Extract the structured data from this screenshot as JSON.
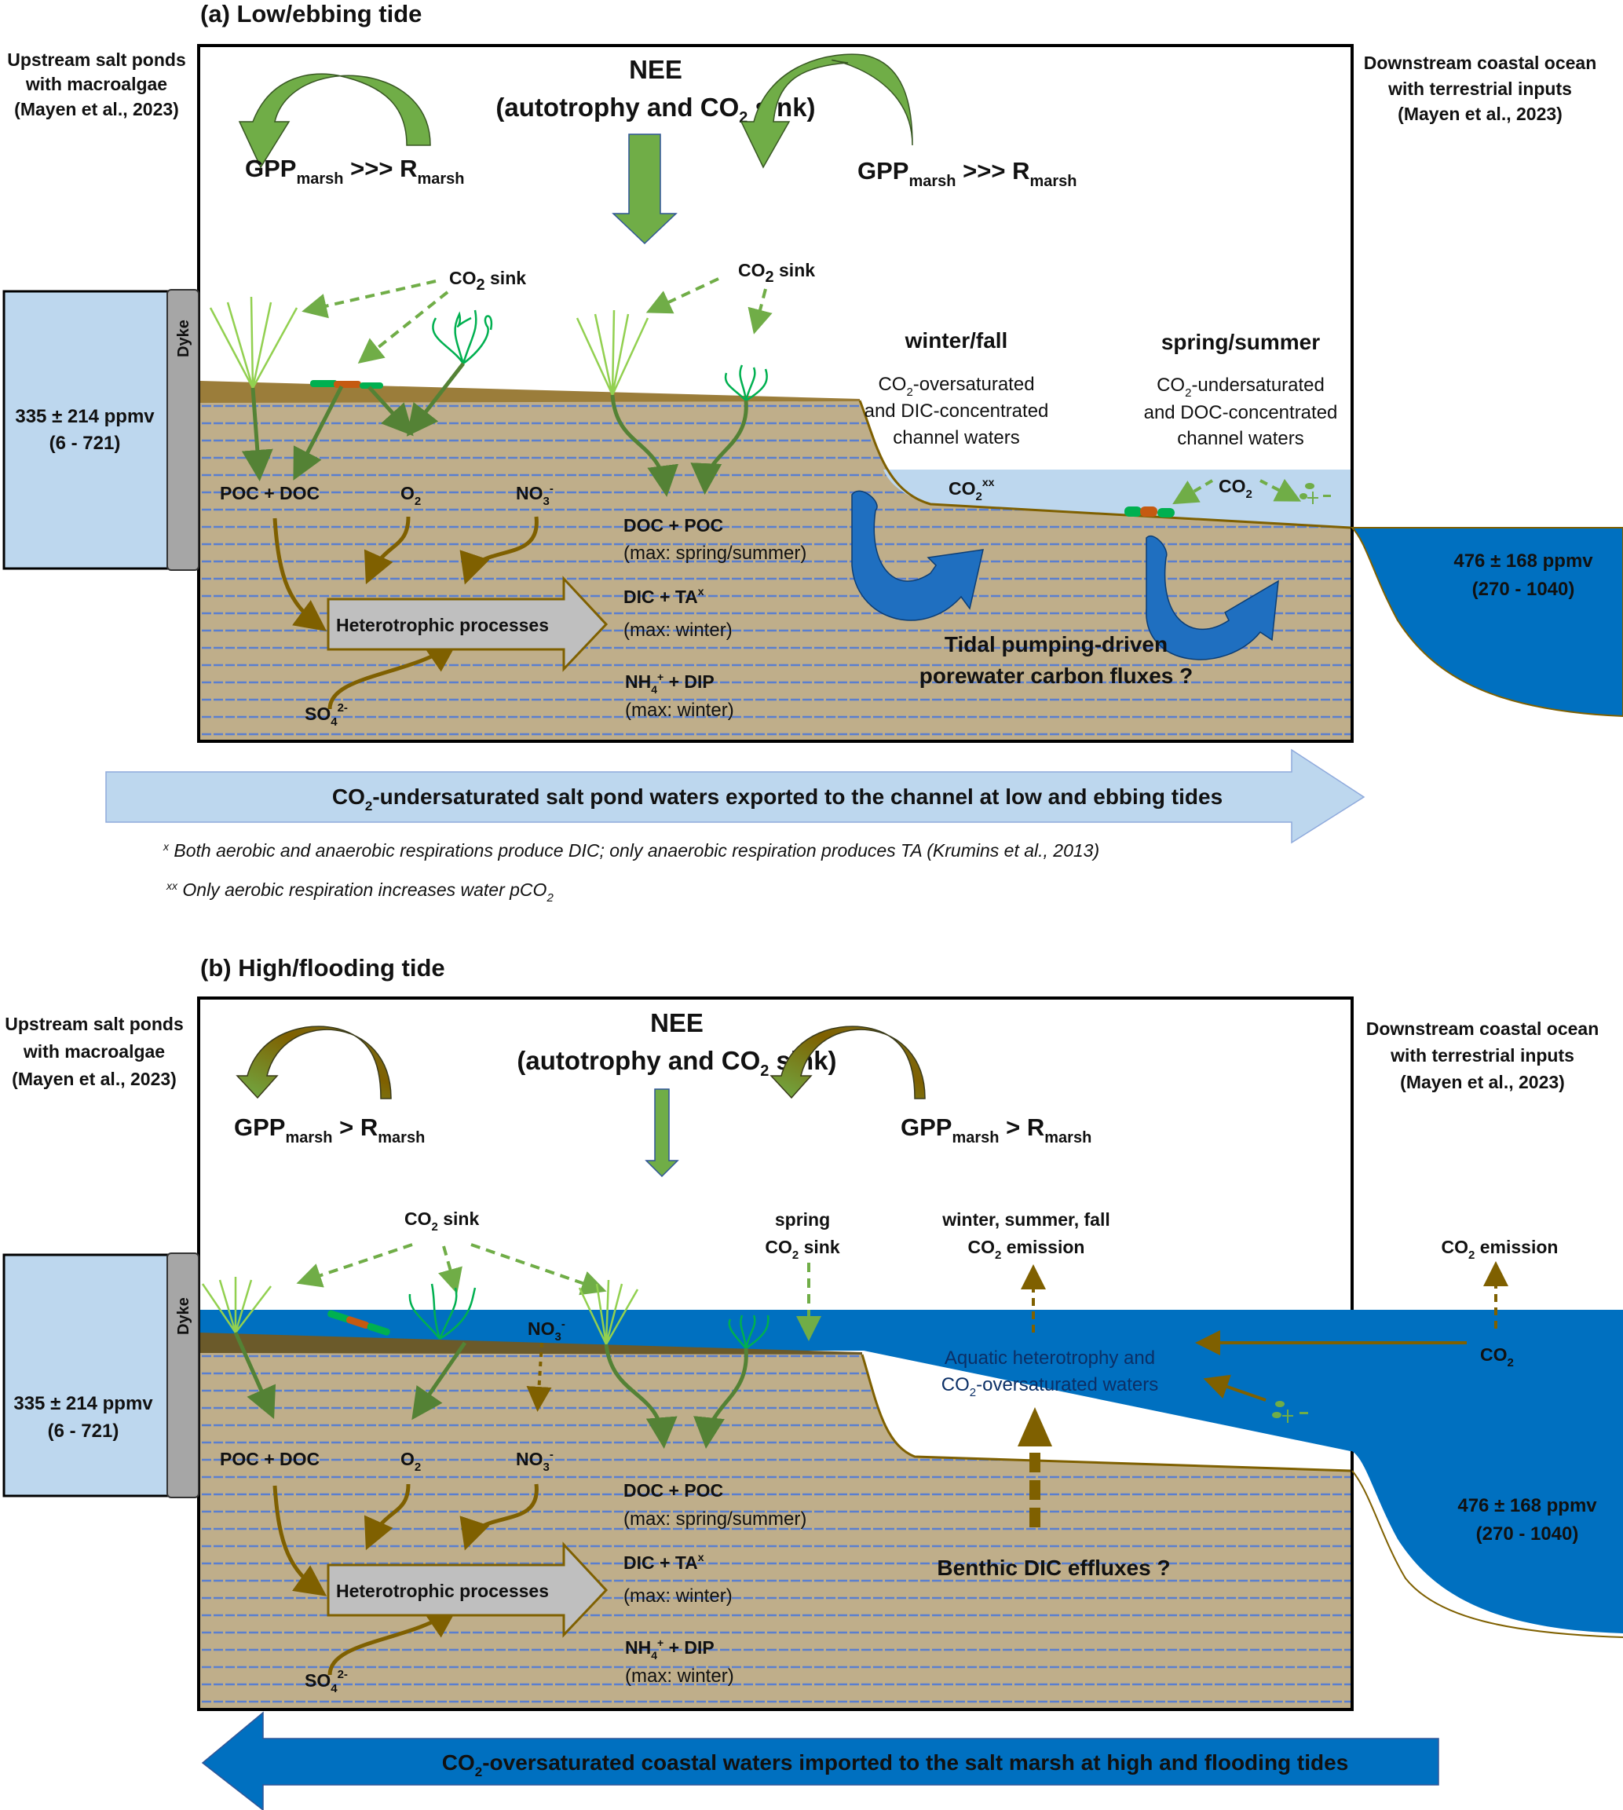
{
  "figure": {
    "panel_a": {
      "title": "(a) Low/ebbing tide",
      "upstream_label": [
        "Upstream salt ponds",
        "with macroalgae",
        "(Mayen et al., 2023)"
      ],
      "downstream_label": [
        "Downstream coastal ocean",
        "with terrestrial inputs",
        "(Mayen et al., 2023)"
      ],
      "nee_title": "NEE",
      "nee_sub_pre": "(autotrophy and CO",
      "nee_sub_post": " sink)",
      "gpp_relation": ">>>",
      "gpp": "GPP",
      "gpp_sub": "marsh",
      "r": "R",
      "r_sub": "marsh",
      "co2_sink_label": "sink",
      "co2": "CO",
      "two": "2",
      "dyke": "Dyke",
      "upstream_ppm": "335 ± 214 ppmv",
      "upstream_range": "(6 - 721)",
      "downstream_ppm": "476 ± 168 ppmv",
      "downstream_range": "(270 - 1040)",
      "poc_doc": "POC + DOC",
      "o2": "O",
      "no3": "NO",
      "no3_sub": "3",
      "minus": "-",
      "so4": "SO",
      "so4_sub": "4",
      "so4_sup": "2-",
      "hetero": "Heterotrophic processes",
      "doc_poc": "DOC + POC",
      "doc_poc_max": "(max: spring/summer)",
      "dic_ta": "DIC + TA",
      "x": "x",
      "xx": "xx",
      "dic_ta_max": "(max: winter)",
      "nh4": "NH",
      "nh4_sub": "4",
      "plus": "+",
      "nh4_rest": " + DIP",
      "nh4_max": "(max: winter)",
      "winter_fall": "winter/fall",
      "winter_fall_desc": [
        "-oversaturated",
        "and DIC-concentrated",
        "channel waters"
      ],
      "spring_summer": "spring/summer",
      "spring_summer_desc": [
        "-undersaturated",
        "and DOC-concentrated",
        "channel waters"
      ],
      "tidal_pumping": [
        "Tidal pumping-driven",
        "porewater carbon fluxes ?"
      ],
      "band_text": "-undersaturated salt pond waters exported to the channel at low and ebbing tides",
      "footnote_x": "Both aerobic and anaerobic respirations produce DIC; only anaerobic respiration produces TA (Krumins et al., 2013)",
      "footnote_xx_pre": "Only aerobic respiration increases water pCO"
    },
    "panel_b": {
      "title": "(b) High/flooding tide",
      "upstream_label": [
        "Upstream salt ponds",
        "with macroalgae",
        "(Mayen et al., 2023)"
      ],
      "downstream_label": [
        "Downstream coastal ocean",
        "with terrestrial inputs",
        "(Mayen et al., 2023)"
      ],
      "nee_title": "NEE",
      "nee_sub_pre": "(autotrophy and CO",
      "nee_sub_post": " sink)",
      "gpp_relation": ">",
      "dyke": "Dyke",
      "upstream_ppm": "335 ± 214 ppmv",
      "upstream_range": "(6 - 721)",
      "downstream_ppm": "476 ± 168 ppmv",
      "downstream_range": "(270 - 1040)",
      "spring": "spring",
      "seasons_emission": "winter, summer, fall",
      "emission": "emission",
      "aquatic": [
        "Aquatic heterotrophy and",
        "-oversaturated waters"
      ],
      "benthic": "Benthic DIC effluxes ?",
      "band_text": "-oversaturated coastal waters imported to the salt marsh at high and flooding tides"
    },
    "colors": {
      "sediment": "#bfae8a",
      "topsoil_a": "#9b7d3a",
      "topsoil_b": "#6b5a2a",
      "pore_dash": "#5a7fcf",
      "light_water": "#bdd7ee",
      "ocean": "#0070c0",
      "green": "#70ad47",
      "brown": "#7f6000",
      "arrow_blue": "#1f6fc0",
      "dyke": "#a6a6a6"
    }
  }
}
